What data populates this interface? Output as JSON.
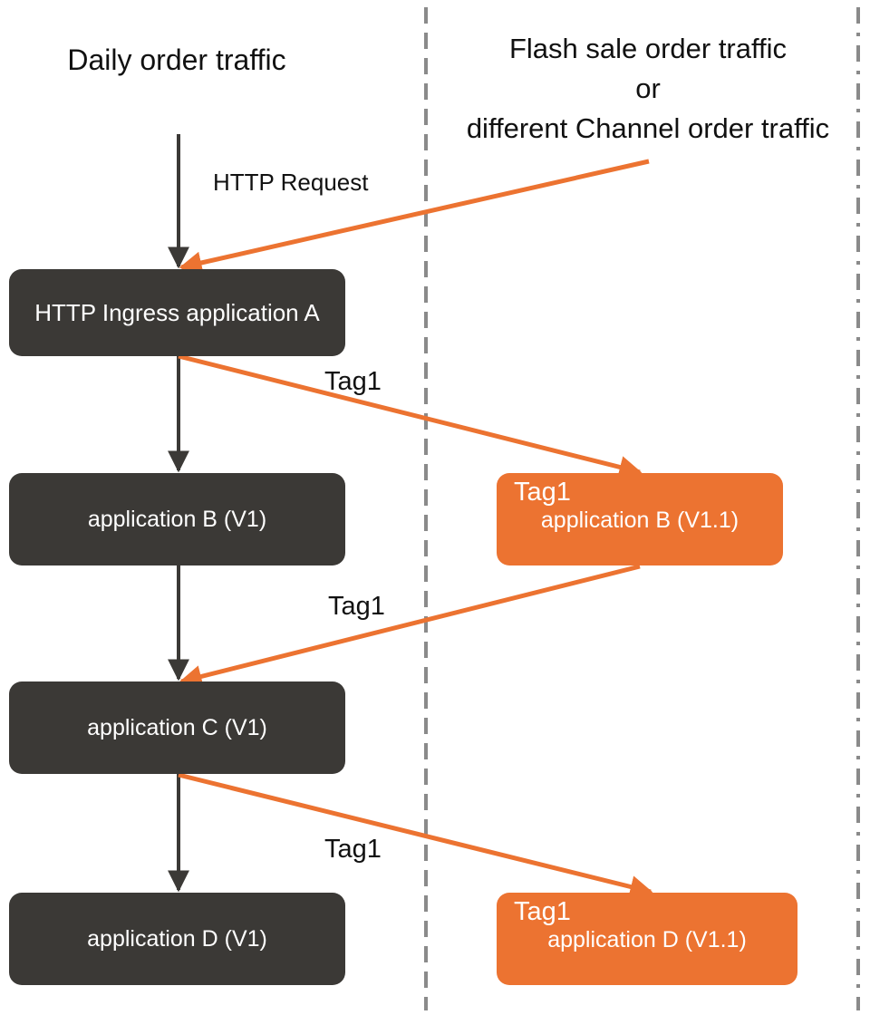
{
  "headings": {
    "daily": "Daily order traffic",
    "flash_line1": "Flash sale order traffic",
    "flash_line2": "or",
    "flash_line3": "different Channel order traffic"
  },
  "labels": {
    "http_request": "HTTP Request",
    "tag_ab": "Tag1",
    "tag_bc": "Tag1",
    "tag_cd": "Tag1"
  },
  "nodes": {
    "app_a": "HTTP Ingress application A",
    "app_b": "application B  (V1)",
    "app_c": "application C  (V1)",
    "app_d": "application D  (V1)",
    "app_b_tagged": {
      "tag": "Tag1",
      "label": "application B  (V1.1)"
    },
    "app_d_tagged": {
      "tag": "Tag1",
      "label": "application D  (V1.1)"
    }
  },
  "colors": {
    "dark_box": "#3b3936",
    "tag_orange": "#ec7331",
    "divider": "#8a8a8a",
    "arrow_dark": "#3b3936"
  }
}
